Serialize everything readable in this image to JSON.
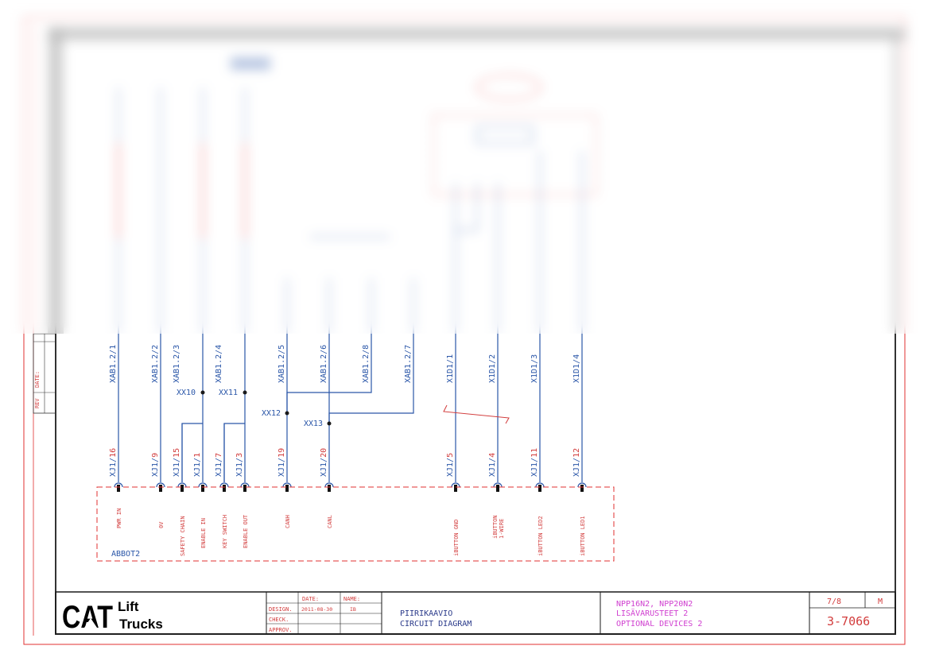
{
  "colors": {
    "wire": "#2a56a8",
    "label": "#d23c3c",
    "border": "#e03030",
    "frame": "#333333",
    "title_magenta": "#d040d0",
    "title_text": "#2a3a8a"
  },
  "revision_block": {
    "rev_label": "REV",
    "date_label": "DATE:"
  },
  "wires": [
    {
      "top": "XAB1.2/1",
      "bottom": "XJ1/16",
      "pin": "PWR IN"
    },
    {
      "top": "XAB1.2/2",
      "bottom": "XJ1/9",
      "pin": "0V"
    },
    {
      "top": "XAB1.2/3",
      "bottom": "XJ1/15",
      "pin": "SAFETY CHAIN"
    },
    {
      "top": "",
      "bottom": "XJ1/1",
      "pin": "ENABLE IN"
    },
    {
      "top": "XAB1.2/4",
      "bottom": "XJ1/7",
      "pin": "KEY SWITCH"
    },
    {
      "top": "",
      "bottom": "XJ1/3",
      "pin": "ENABLE OUT"
    },
    {
      "top": "XAB1.2/5",
      "bottom": "XJ1/19",
      "pin": "CANH"
    },
    {
      "top": "XAB1.2/6",
      "bottom": "XJ1/20",
      "pin": "CANL"
    },
    {
      "top": "XAB1.2/8",
      "bottom": "",
      "pin": ""
    },
    {
      "top": "XAB1.2/7",
      "bottom": "",
      "pin": ""
    },
    {
      "top": "X1D1/1",
      "bottom": "XJ1/5",
      "pin": "iBUTTON GND"
    },
    {
      "top": "X1D1/2",
      "bottom": "XJ1/4",
      "pin": "iBUTTON 1-WIRE"
    },
    {
      "top": "X1D1/3",
      "bottom": "XJ1/11",
      "pin": "iBUTTON LED2"
    },
    {
      "top": "X1D1/4",
      "bottom": "XJ1/12",
      "pin": "iBUTTON LED1"
    }
  ],
  "junctions": [
    "XX10",
    "XX11",
    "XX12",
    "XX13"
  ],
  "component": {
    "name": "ABBOT2"
  },
  "title_block": {
    "logo": {
      "mark": "CAT",
      "line1": "Lift",
      "line2": "Trucks"
    },
    "headers": {
      "date": "DATE:",
      "name": "NAME:"
    },
    "rows": [
      {
        "label": "DESIGN.",
        "date": "2011-08-30",
        "name": "IB"
      },
      {
        "label": "CHECK.",
        "date": "",
        "name": ""
      },
      {
        "label": "APPROV.",
        "date": "",
        "name": ""
      }
    ],
    "drawing_title_fi": "PIIRIKAAVIO",
    "drawing_title_en": "CIRCUIT DIAGRAM",
    "models": "NPP16N2, NPP20N2",
    "subtitle_fi": "LISÄVARUSTEET 2",
    "subtitle_en": "OPTIONAL DEVICES 2",
    "sheet": "7/8",
    "rev_corner": "M",
    "drawing_number": "3-7066"
  }
}
